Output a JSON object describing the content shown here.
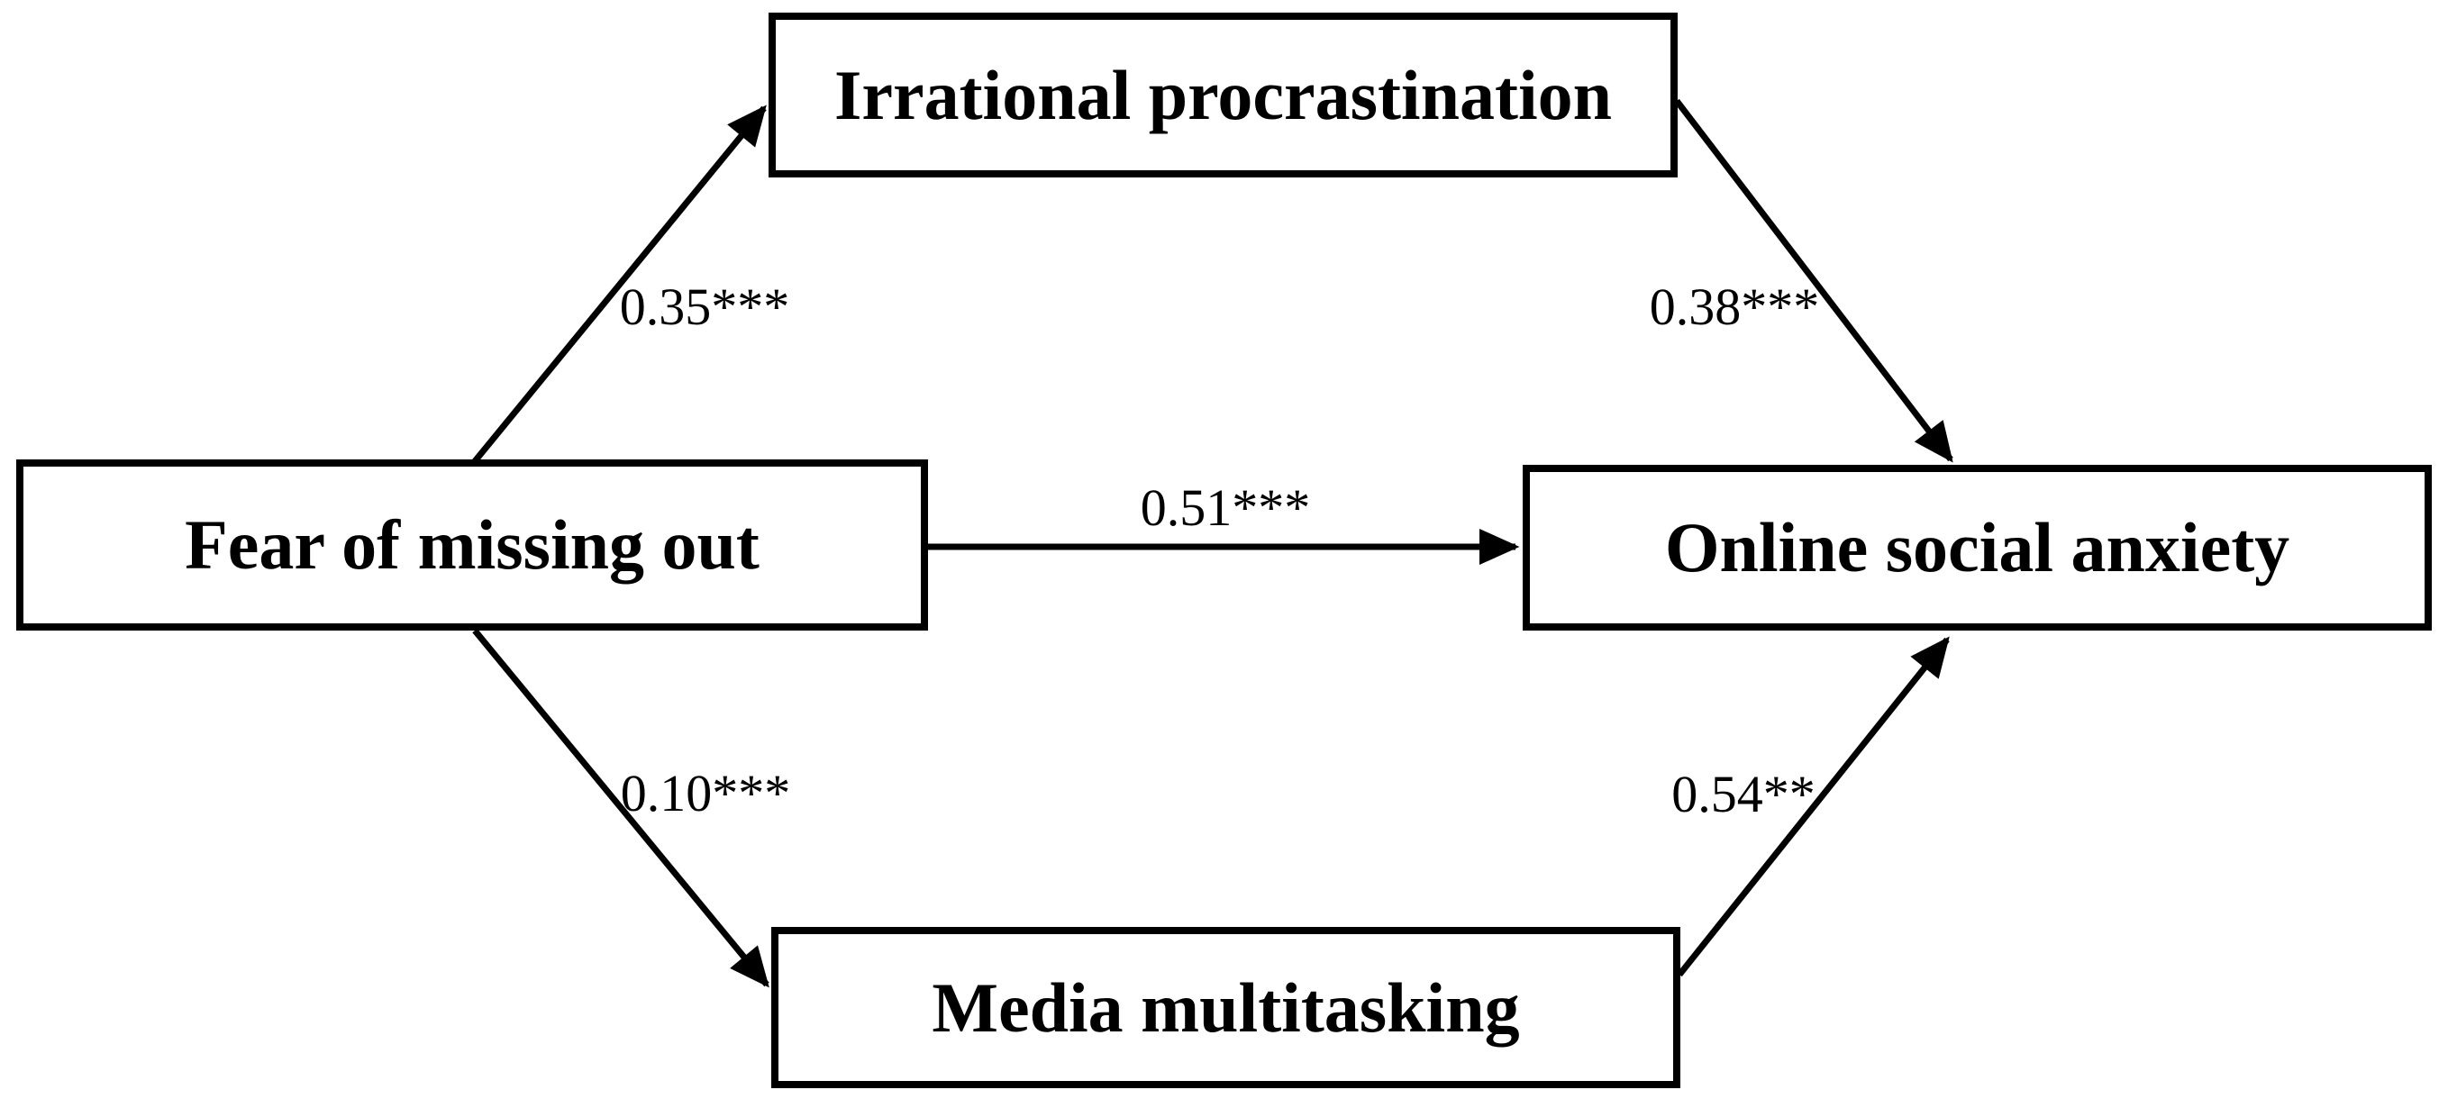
{
  "diagram": {
    "title": "Mediation path model",
    "colors": {
      "line": "#000000",
      "text": "#000000",
      "background": "#ffffff"
    },
    "nodes": [
      {
        "id": "irrational-procrastination",
        "label": "Irrational procrastination",
        "role": "mediator-top"
      },
      {
        "id": "fear-of-missing-out",
        "label": "Fear of missing out",
        "role": "predictor-left"
      },
      {
        "id": "online-social-anxiety",
        "label": "Online social anxiety",
        "role": "outcome-right"
      },
      {
        "id": "media-multitasking",
        "label": "Media multitasking",
        "role": "mediator-bottom"
      }
    ],
    "edges": [
      {
        "from": "fear-of-missing-out",
        "to": "irrational-procrastination",
        "label": "0.35***"
      },
      {
        "from": "irrational-procrastination",
        "to": "online-social-anxiety",
        "label": "0.38***"
      },
      {
        "from": "fear-of-missing-out",
        "to": "online-social-anxiety",
        "label": "0.51***"
      },
      {
        "from": "fear-of-missing-out",
        "to": "media-multitasking",
        "label": "0.10***"
      },
      {
        "from": "media-multitasking",
        "to": "online-social-anxiety",
        "label": "0.54**"
      }
    ]
  }
}
